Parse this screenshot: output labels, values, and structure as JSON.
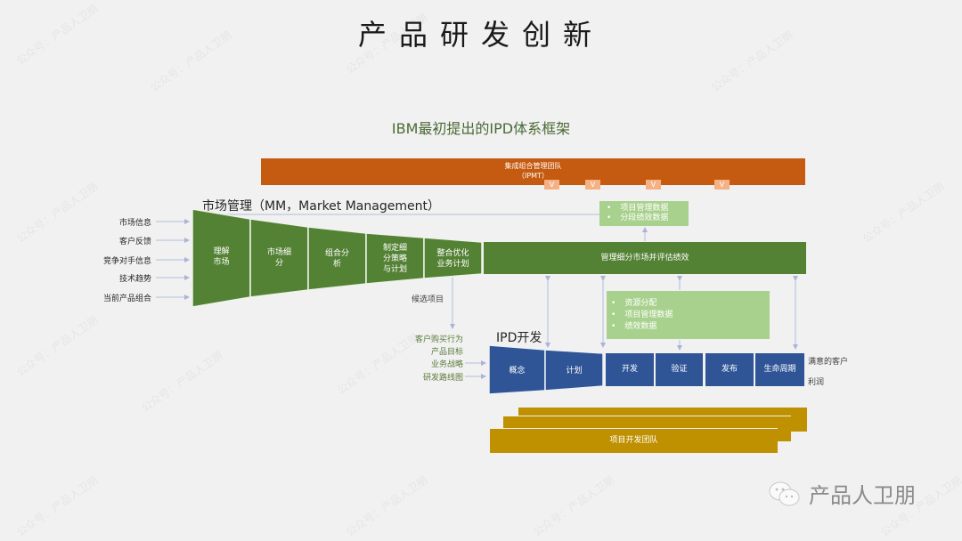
{
  "page": {
    "title": "产品研发创新",
    "subtitle": "IBM最初提出的IPD体系框架"
  },
  "ipmt": {
    "line1": "集成组合管理团队",
    "line2": "（IPMT）",
    "badges": [
      "V",
      "V",
      "V",
      "V"
    ],
    "color": "#c55a11"
  },
  "market_management": {
    "title": "市场管理（MM，Market Management）",
    "inputs": [
      "市场信息",
      "客户反馈",
      "竞争对手信息",
      "技术趋势",
      "当前产品组合"
    ],
    "stages": [
      {
        "line1": "理解",
        "line2": "市场",
        "line3": ""
      },
      {
        "line1": "市场细",
        "line2": "分",
        "line3": ""
      },
      {
        "line1": "组合分",
        "line2": "析",
        "line3": ""
      },
      {
        "line1": "制定细",
        "line2": "分策略",
        "line3": "与计划"
      },
      {
        "line1": "整合优化",
        "line2": "业务计划",
        "line3": ""
      }
    ],
    "bar_label": "管理细分市场并评估绩效",
    "candidate_label": "候选项目",
    "color": "#548235"
  },
  "feedback_box_top": {
    "items": [
      "项目管理数据",
      "分段绩效数据"
    ]
  },
  "feedback_box_mid": {
    "items": [
      "资源分配",
      "项目管理数据",
      "绩效数据"
    ]
  },
  "ipd": {
    "title": "IPD开发",
    "inputs": [
      "客户购买行为",
      "产品目标",
      "业务战略",
      "研发路线图"
    ],
    "stages": [
      "概念",
      "计划",
      "开发",
      "验证",
      "发布",
      "生命周期"
    ],
    "outputs": [
      "满意的客户",
      "利润"
    ],
    "color": "#2f5597"
  },
  "team": {
    "label": "项目开发团队",
    "color": "#bf9000"
  },
  "brand": {
    "name": "产品人卫朋",
    "icon": "wechat-icon"
  },
  "watermark": "公众号：产品人卫朋"
}
